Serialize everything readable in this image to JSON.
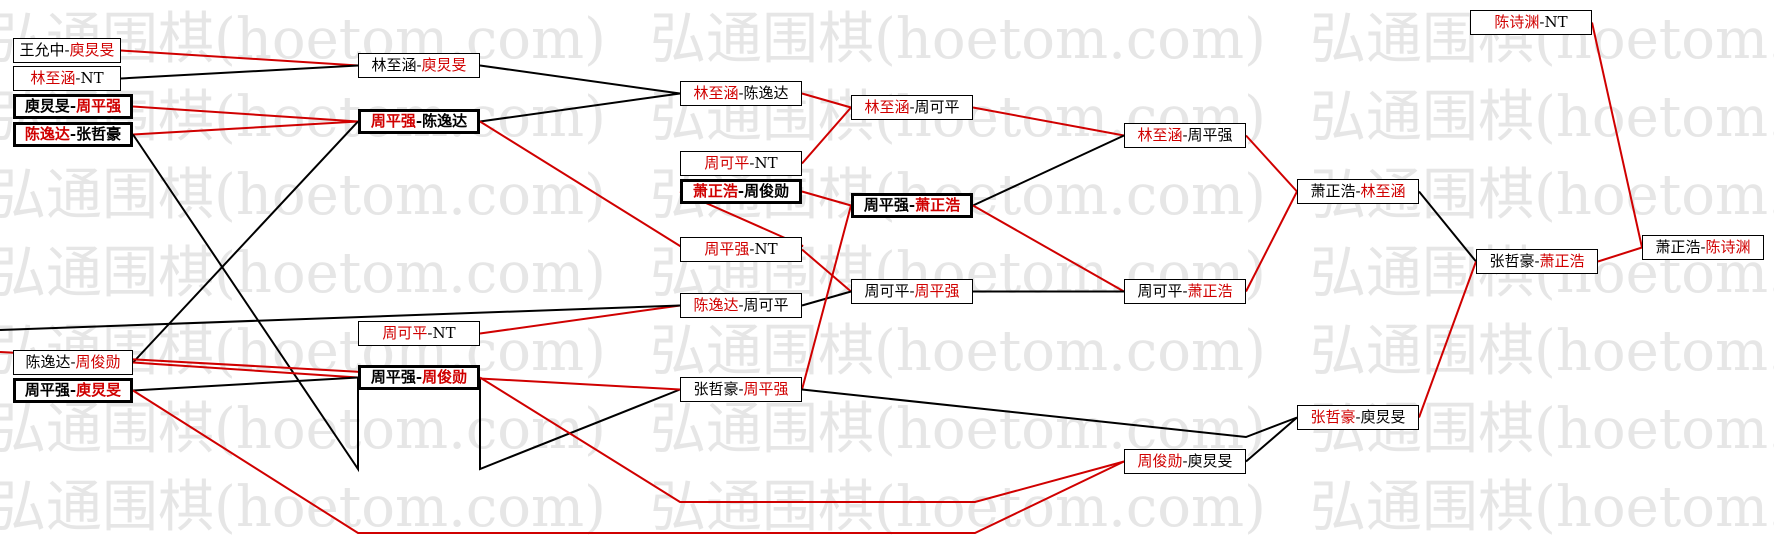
{
  "watermark": "弘通围棋(hoetom.com)",
  "colors": {
    "win": "#d00000",
    "loss": "#000000"
  },
  "matches": [
    {
      "id": "m01",
      "p1": "王允中",
      "p2": "庾炅旻",
      "winner": 2
    },
    {
      "id": "m02",
      "p1": "林至涵",
      "p2": "NT",
      "winner": 1
    },
    {
      "id": "m03",
      "p1": "庾炅旻",
      "p2": "周平强",
      "winner": 2
    },
    {
      "id": "m04",
      "p1": "陈逸达",
      "p2": "张哲豪",
      "winner": 1
    },
    {
      "id": "m05",
      "p1": "陈逸达",
      "p2": "周俊勋",
      "winner": 2
    },
    {
      "id": "m06",
      "p1": "周平强",
      "p2": "庾炅旻",
      "winner": 2
    },
    {
      "id": "m07",
      "p1": "林至涵",
      "p2": "庾炅旻",
      "winner": 2
    },
    {
      "id": "m08",
      "p1": "周平强",
      "p2": "陈逸达",
      "winner": 1
    },
    {
      "id": "m09",
      "p1": "周可平",
      "p2": "NT",
      "winner": 1
    },
    {
      "id": "m10",
      "p1": "周平强",
      "p2": "周俊勋",
      "winner": 2
    },
    {
      "id": "m11",
      "p1": "林至涵",
      "p2": "陈逸达",
      "winner": 1
    },
    {
      "id": "m12",
      "p1": "周可平",
      "p2": "NT",
      "winner": 1
    },
    {
      "id": "m13",
      "p1": "萧正浩",
      "p2": "周俊勋",
      "winner": 1
    },
    {
      "id": "m14",
      "p1": "周平强",
      "p2": "NT",
      "winner": 1
    },
    {
      "id": "m15",
      "p1": "陈逸达",
      "p2": "周可平",
      "winner": 1
    },
    {
      "id": "m16",
      "p1": "张哲豪",
      "p2": "周平强",
      "winner": 2
    },
    {
      "id": "m17",
      "p1": "林至涵",
      "p2": "周可平",
      "winner": 1
    },
    {
      "id": "m18",
      "p1": "周平强",
      "p2": "萧正浩",
      "winner": 2
    },
    {
      "id": "m19",
      "p1": "周可平",
      "p2": "周平强",
      "winner": 2
    },
    {
      "id": "m20",
      "p1": "林至涵",
      "p2": "周平强",
      "winner": 1
    },
    {
      "id": "m21",
      "p1": "周可平",
      "p2": "萧正浩",
      "winner": 2
    },
    {
      "id": "m22",
      "p1": "周俊勋",
      "p2": "庾炅旻",
      "winner": 1
    },
    {
      "id": "m23",
      "p1": "萧正浩",
      "p2": "林至涵",
      "winner": 2
    },
    {
      "id": "m24",
      "p1": "张哲豪",
      "p2": "庾炅旻",
      "winner": 1
    },
    {
      "id": "m25",
      "p1": "张哲豪",
      "p2": "萧正浩",
      "winner": 2
    },
    {
      "id": "m26",
      "p1": "陈诗渊",
      "p2": "NT",
      "winner": 1
    },
    {
      "id": "m27",
      "p1": "萧正浩",
      "p2": "陈诗渊",
      "winner": 2
    }
  ]
}
